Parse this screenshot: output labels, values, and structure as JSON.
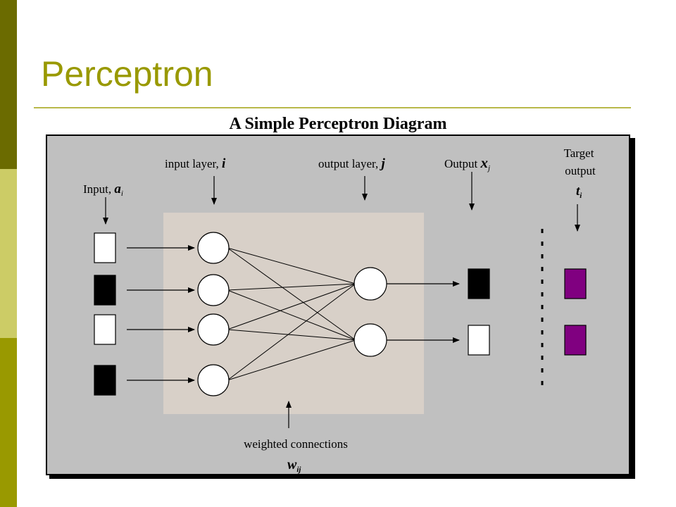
{
  "slide": {
    "title": "Perceptron"
  },
  "diagram": {
    "title": "A Simple Perceptron Diagram",
    "labels": {
      "input_text": "Input, ",
      "input_var": "a",
      "input_sub": "i",
      "input_layer_text": "input layer, ",
      "input_layer_var": "i",
      "output_layer_text": "output layer, ",
      "output_layer_var": "j",
      "output_text": "Output ",
      "output_var": "x",
      "output_sub": "j",
      "target_line1": "Target",
      "target_line2": "output",
      "target_var": "t",
      "target_sub": "i",
      "weights_text": "weighted connections",
      "weights_var": "w",
      "weights_sub": "ij"
    },
    "inputs": [
      {
        "fill": "#ffffff"
      },
      {
        "fill": "#000000"
      },
      {
        "fill": "#ffffff"
      },
      {
        "fill": "#000000"
      }
    ],
    "outputs": [
      {
        "fill": "#000000"
      },
      {
        "fill": "#ffffff"
      }
    ],
    "targets": [
      {
        "fill": "#800080"
      },
      {
        "fill": "#800080"
      }
    ],
    "colors": {
      "panel": "#c0c0c0",
      "layer_box": "#d8d0c8",
      "target": "#800080",
      "accent": "#999900"
    }
  }
}
